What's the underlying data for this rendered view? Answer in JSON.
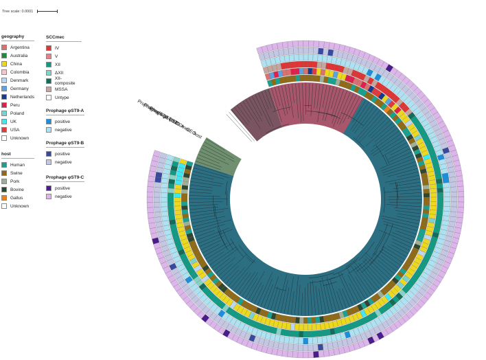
{
  "tree_scale": {
    "label": "Tree scale: 0.0001"
  },
  "ring_labels": [
    "Prophage φST9-C",
    "Prophage φST9-B",
    "Prophage φST9-A",
    "SCCmec",
    "GEO",
    "host"
  ],
  "legends": {
    "geography": {
      "title": "geography",
      "items": [
        {
          "label": "Argentina",
          "color": "#d9726f"
        },
        {
          "label": "Australia",
          "color": "#1e8a3c"
        },
        {
          "label": "China",
          "color": "#ecd81e"
        },
        {
          "label": "Colombia",
          "color": "#f7c6c6"
        },
        {
          "label": "Denmark",
          "color": "#bcd6ef"
        },
        {
          "label": "Germany",
          "color": "#5da1e0"
        },
        {
          "label": "Netherlands",
          "color": "#173a8f"
        },
        {
          "label": "Peru",
          "color": "#e0204a"
        },
        {
          "label": "Poland",
          "color": "#7dd0cc"
        },
        {
          "label": "UK",
          "color": "#3ee8f0"
        },
        {
          "label": "USA",
          "color": "#e03a3a"
        },
        {
          "label": "Unknown",
          "color": "#ffffff"
        }
      ]
    },
    "sccmec": {
      "title": "SCCmec",
      "items": [
        {
          "label": "IV",
          "color": "#e03535"
        },
        {
          "label": "V",
          "color": "#e8808a"
        },
        {
          "label": "XII",
          "color": "#119a84"
        },
        {
          "label": "ΔXII",
          "color": "#86d2c4"
        },
        {
          "label": "XII-composite",
          "color": "#166b5a"
        },
        {
          "label": "MSSA",
          "color": "#c4a69e"
        },
        {
          "label": "Untype",
          "color": "#ffffff"
        }
      ]
    },
    "host": {
      "title": "host",
      "items": [
        {
          "label": "Human",
          "color": "#1aa08f"
        },
        {
          "label": "Swine",
          "color": "#8f6a17"
        },
        {
          "label": "Pork",
          "color": "#9fae96"
        },
        {
          "label": "Bovine",
          "color": "#2f4630"
        },
        {
          "label": "Gallus",
          "color": "#f07f18"
        },
        {
          "label": "Unknown",
          "color": "#ffffff"
        }
      ]
    },
    "phageA": {
      "title": "Prophage φST9-A",
      "items": [
        {
          "label": "positive",
          "color": "#1c8edb"
        },
        {
          "label": "negative",
          "color": "#aee2f3"
        }
      ]
    },
    "phageB": {
      "title": "Prophage φST9-B",
      "items": [
        {
          "label": "positive",
          "color": "#374aa0"
        },
        {
          "label": "negative",
          "color": "#c3c7e3"
        }
      ]
    },
    "phageC": {
      "title": "Prophage φST9-C",
      "items": [
        {
          "label": "positive",
          "color": "#4a1d8c"
        },
        {
          "label": "negative",
          "color": "#dcb6ea"
        }
      ]
    }
  },
  "clade_colors": {
    "main": "#2d6f82",
    "red": "#a8566b",
    "brown": "#7a5561",
    "green": "#6f8f6f"
  }
}
